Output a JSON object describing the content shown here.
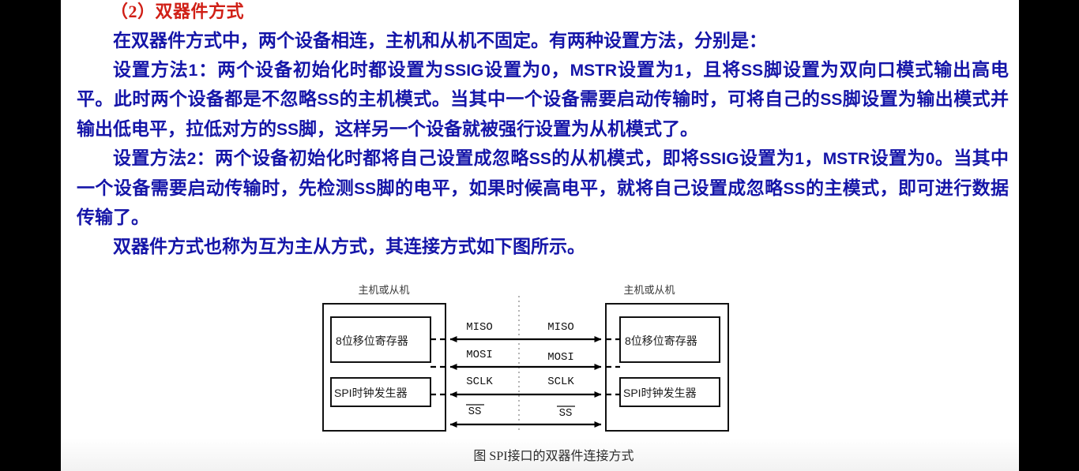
{
  "slide": {
    "heading": "（2）双器件方式",
    "paragraphs": [
      {
        "id": "p-intro",
        "indent": true,
        "runs": [
          {
            "t": "在双器件方式中，两个设备相连，主机和从机不固定。有两种设置方法，分别是：",
            "latin": false
          }
        ]
      },
      {
        "id": "p-method-1",
        "indent": true,
        "runs": [
          {
            "t": "设置方法",
            "latin": false
          },
          {
            "t": "1",
            "latin": true
          },
          {
            "t": "：两个设备初始化时都设置为",
            "latin": false
          },
          {
            "t": "SSIG",
            "latin": true
          },
          {
            "t": "设置为",
            "latin": false
          },
          {
            "t": "0",
            "latin": true
          },
          {
            "t": "，",
            "latin": false
          },
          {
            "t": "MSTR",
            "latin": true
          },
          {
            "t": "设置为",
            "latin": false
          },
          {
            "t": "1",
            "latin": true
          },
          {
            "t": "，且将",
            "latin": false
          },
          {
            "t": "SS",
            "latin": true
          },
          {
            "t": "脚设置为双向口模式输出高电平。此时两个设备都是不忽略",
            "latin": false
          },
          {
            "t": "SS",
            "latin": true
          },
          {
            "t": "的主机模式。当其中一个设备需要启动传输时，可将自己的",
            "latin": false
          },
          {
            "t": "SS",
            "latin": true
          },
          {
            "t": "脚设置为输出模式并输出低电平，拉低对方的",
            "latin": false
          },
          {
            "t": "SS",
            "latin": true
          },
          {
            "t": "脚，这样另一个设备就被强行设置为从机模式了。",
            "latin": false
          }
        ]
      },
      {
        "id": "p-method-2",
        "indent": true,
        "runs": [
          {
            "t": "设置方法",
            "latin": false
          },
          {
            "t": "2",
            "latin": true
          },
          {
            "t": "：两个设备初始化时都将自己设置成忽略",
            "latin": false
          },
          {
            "t": "SS",
            "latin": true
          },
          {
            "t": "的从机模式，即将",
            "latin": false
          },
          {
            "t": "SSIG",
            "latin": true
          },
          {
            "t": "设置为",
            "latin": false
          },
          {
            "t": "1",
            "latin": true
          },
          {
            "t": "，",
            "latin": false
          },
          {
            "t": "MSTR",
            "latin": true
          },
          {
            "t": "设置为",
            "latin": false
          },
          {
            "t": "0",
            "latin": true
          },
          {
            "t": "。当其中一个设备需要启动传输时，先检测",
            "latin": false
          },
          {
            "t": "SS",
            "latin": true
          },
          {
            "t": "脚的电平，如果时候高电平，就将自己设置成忽略",
            "latin": false
          },
          {
            "t": "SS",
            "latin": true
          },
          {
            "t": "的主模式，即可进行数据传输了。",
            "latin": false
          }
        ]
      },
      {
        "id": "p-closing",
        "indent": true,
        "runs": [
          {
            "t": "双器件方式也称为互为主从方式，其连接方式如下图所示。",
            "latin": false
          }
        ]
      }
    ],
    "colors": {
      "heading": "#d01f16",
      "body": "#1515a8",
      "diagram_stroke": "#111111",
      "letterbox": "#000000",
      "canvas": "#ffffff"
    }
  },
  "diagram": {
    "left_device": {
      "title": "主机或从机",
      "boxes": [
        {
          "name": "shift-register",
          "label": "8位移位寄存器"
        },
        {
          "name": "spi-clock-generator",
          "label": "SPI时钟发生器"
        }
      ]
    },
    "right_device": {
      "title": "主机或从机",
      "boxes": [
        {
          "name": "shift-register",
          "label": "8位移位寄存器"
        },
        {
          "name": "spi-clock-generator",
          "label": "SPI时钟发生器"
        }
      ]
    },
    "signals": [
      {
        "name": "miso",
        "label": "MISO",
        "overline": false,
        "bidirectional": true
      },
      {
        "name": "mosi",
        "label": "MOSI",
        "overline": false,
        "bidirectional": true
      },
      {
        "name": "sclk",
        "label": "SCLK",
        "overline": false,
        "bidirectional": true
      },
      {
        "name": "ss",
        "label": "SS",
        "overline": true,
        "bidirectional": true
      }
    ],
    "caption": "图  SPI接口的双器件连接方式"
  }
}
